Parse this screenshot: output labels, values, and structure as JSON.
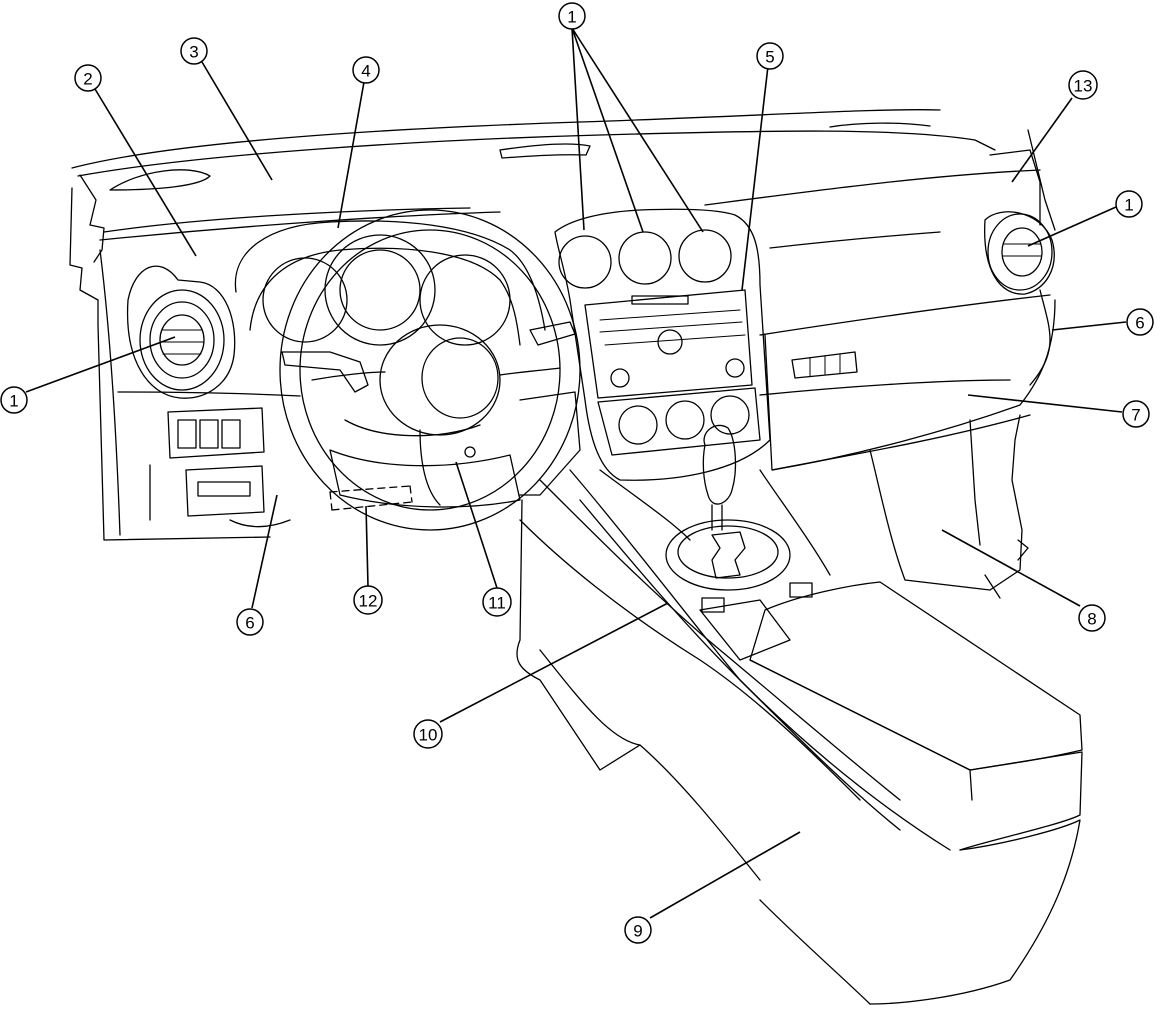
{
  "callouts": {
    "c1a": "1",
    "c1b": "1",
    "c1c": "1",
    "c2": "2",
    "c3": "3",
    "c4": "4",
    "c5": "5",
    "c6a": "6",
    "c6b": "6",
    "c7": "7",
    "c8": "8",
    "c9": "9",
    "c10": "10",
    "c11": "11",
    "c12": "12",
    "c13": "13"
  }
}
